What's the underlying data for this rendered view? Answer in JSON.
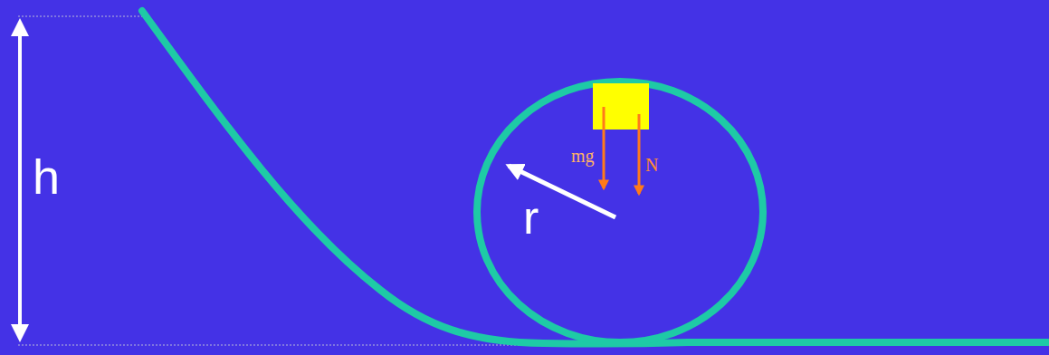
{
  "diagram": {
    "labels": [
      "h",
      "r",
      "mg",
      "N"
    ]
  }
}
